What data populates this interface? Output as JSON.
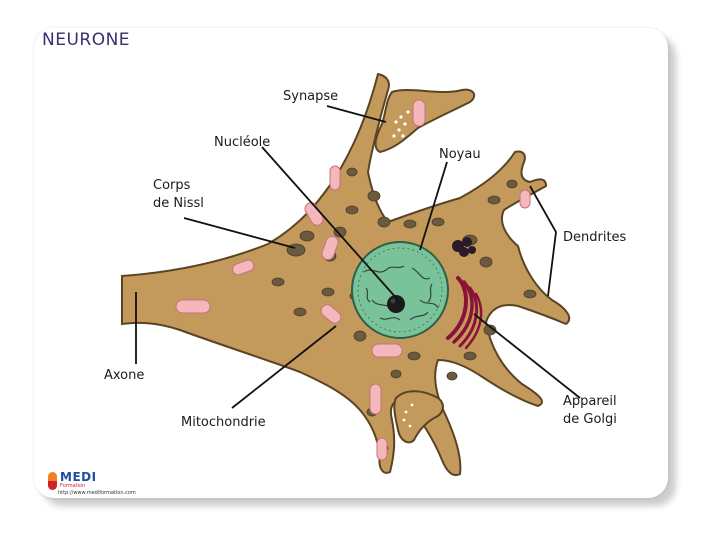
{
  "title": "NEURONE",
  "labels": {
    "synapse": "Synapse",
    "nucleole": "Nucléole",
    "noyau": "Noyau",
    "corps_nissl_1": "Corps",
    "corps_nissl_2": "de Nissl",
    "dendrites": "Dendrites",
    "axone": "Axone",
    "mitochondrie": "Mitochondrie",
    "golgi_1": "Appareil",
    "golgi_2": "de Golgi"
  },
  "logo": {
    "name": "MEDI",
    "subtitle": "Formation",
    "url": "http://www.mediformation.com"
  },
  "colors": {
    "cell_body": "#c49a5c",
    "cell_outline": "#5a4423",
    "nissl": "#6b5a3e",
    "mitochondria": "#f4b8bc",
    "nucleus": "#7ac29a",
    "nucleolus": "#1a1a1a",
    "golgi": "#8a1238",
    "lysosome": "#2a1a2a"
  }
}
